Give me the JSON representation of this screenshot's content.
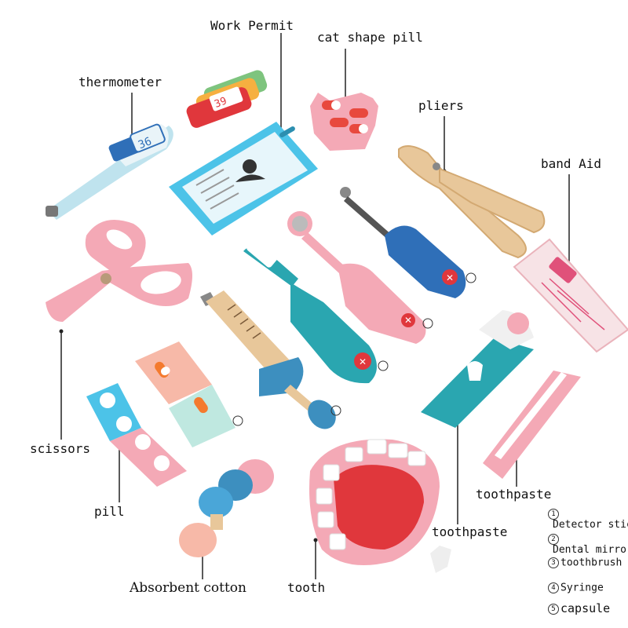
{
  "labels": {
    "work_permit": "Work Permit",
    "cat_shape_pill": "cat shape pill",
    "thermometer": "thermometer",
    "pliers": "pliers",
    "band_aid": "band Aid",
    "scissors": "scissors",
    "pill": "pill",
    "absorbent_cotton": "Absorbent cotton",
    "tooth": "tooth",
    "toothpaste_tube": "toothpaste",
    "toothpaste_stick": "toothpaste"
  },
  "legend": [
    {
      "num": "1",
      "text": "Detector stick"
    },
    {
      "num": "2",
      "text": "Dental mirror"
    },
    {
      "num": "3",
      "text": "toothbrush"
    },
    {
      "num": "4",
      "text": "Syringe"
    },
    {
      "num": "5",
      "text": "capsule"
    }
  ],
  "thermometer_display": "36",
  "small_thermometer_display": "39",
  "colors": {
    "pink": "#f4a9b6",
    "blue": "#2f6fb8",
    "teal": "#2aa6b0",
    "wood": "#e8c79a",
    "red": "#e0373c",
    "card_blue": "#4cc3e8"
  }
}
